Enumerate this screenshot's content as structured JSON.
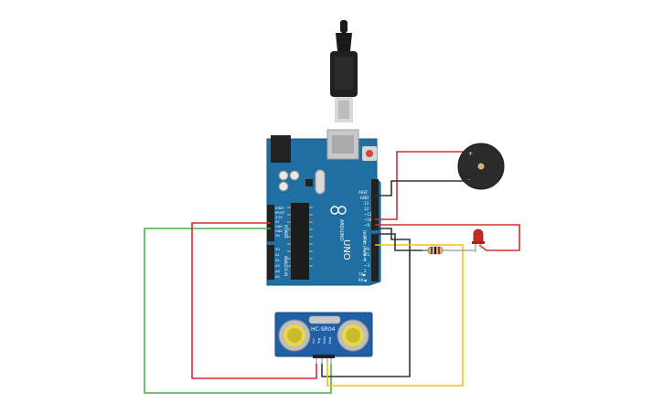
{
  "board": {
    "model": "UNO",
    "logo_label": "ARDUINO",
    "power_header_label": "POWER",
    "analog_header_label": "ANALOG IN",
    "digital_header_label": "DIGITAL (PWM~)",
    "tx_label": "TX▶",
    "rx_label": "RX◀",
    "aref_label": "AREF",
    "gnd_label": "GND",
    "digital_pins": [
      "13",
      "12",
      "~11",
      "~10",
      "~9",
      "8",
      "7",
      "~6",
      "~5",
      "4",
      "~3",
      "2"
    ],
    "power_pins": [
      "IOREF",
      "RESET",
      "3.3V",
      "5V",
      "GND",
      "GND",
      "Vin"
    ],
    "analog_pins": [
      "A0",
      "A1",
      "A2",
      "A3",
      "A4",
      "A5"
    ]
  },
  "sensor": {
    "model": "HC-SR04",
    "pins": [
      "Vcc",
      "Trig",
      "Echo",
      "Gnd"
    ]
  },
  "buzzer": {
    "plus_label": "+",
    "minus_label": "-"
  },
  "colors": {
    "board": "#1f6fa3",
    "wire_red": "#d32f2f",
    "wire_green": "#4caf50",
    "wire_black": "#333333",
    "wire_yellow": "#f4c20d",
    "led": "#c62828",
    "buzzer": "#2b2b2b"
  }
}
